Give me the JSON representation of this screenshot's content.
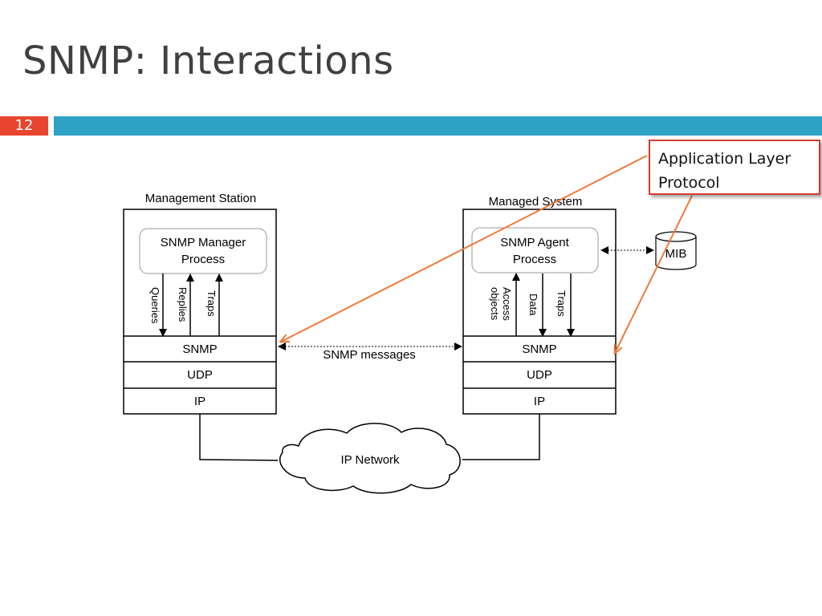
{
  "slide": {
    "title": "SNMP: Interactions",
    "number": "12"
  },
  "callout": {
    "text_line1": "Application Layer",
    "text_line2": "Protocol"
  },
  "diagram": {
    "management_station": {
      "label": "Management Station",
      "process_line1": "SNMP Manager",
      "process_line2": "Process",
      "arrows": [
        "Queries",
        "Replies",
        "Traps"
      ],
      "layers": [
        "SNMP",
        "UDP",
        "IP"
      ]
    },
    "managed_system": {
      "label": "Managed System",
      "process_line1": "SNMP Agent",
      "process_line2": "Process",
      "arrows": [
        "Access",
        "objects",
        "Data",
        "Traps"
      ],
      "layers": [
        "SNMP",
        "UDP",
        "IP"
      ]
    },
    "mib_label": "MIB",
    "messages_label": "SNMP messages",
    "network_label": "IP Network",
    "colors": {
      "arrow_orange": "#ee7b3a",
      "callout_border": "#d43b33"
    }
  }
}
